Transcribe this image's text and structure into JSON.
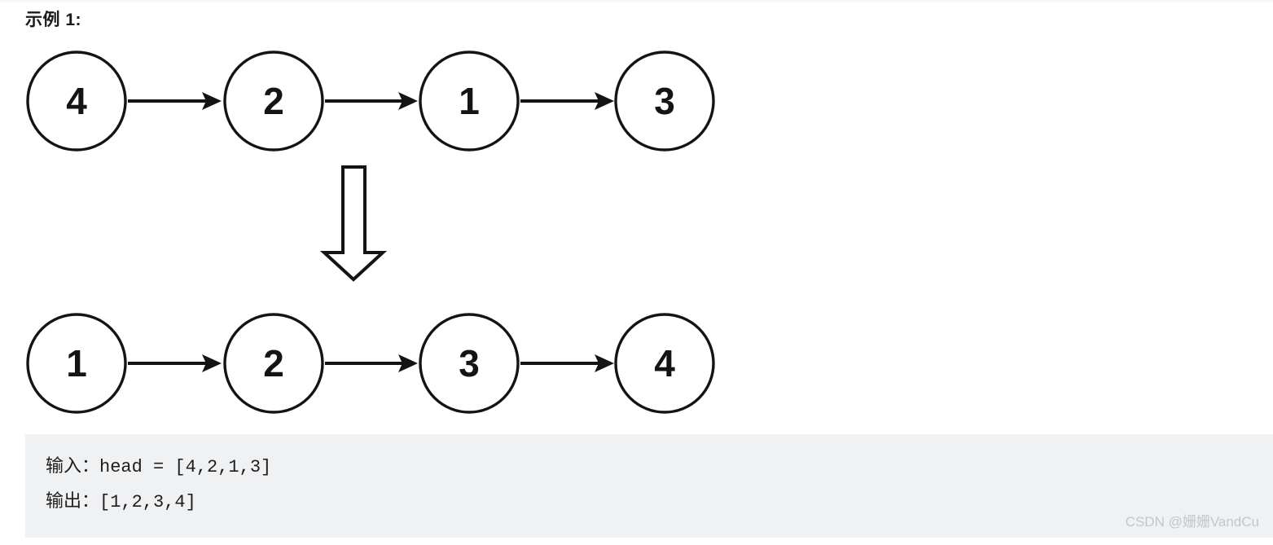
{
  "page": {
    "title": "示例 1:",
    "background_color": "#ffffff"
  },
  "diagram": {
    "type": "linked-list-transformation",
    "stroke_color": "#141414",
    "node_fill": "#ffffff",
    "input_list": {
      "label": "input-linked-list",
      "nodes": [
        "4",
        "2",
        "1",
        "3"
      ],
      "arrow_between_nodes": "→"
    },
    "transform_arrow": {
      "name": "down-block-arrow",
      "direction": "down",
      "fill": "#ffffff",
      "stroke": "#141414"
    },
    "output_list": {
      "label": "output-linked-list",
      "nodes": [
        "1",
        "2",
        "3",
        "4"
      ],
      "arrow_between_nodes": "→"
    }
  },
  "code_block": {
    "background_color": "#f0f1f3",
    "lines": [
      "输入：head = [4,2,1,3]",
      "输出：[1,2,3,4]"
    ],
    "input_line": "输入：head = [4,2,1,3]",
    "output_line": "输出：[1,2,3,4]"
  },
  "watermark": {
    "text": "CSDN @姗姗VandCu",
    "color": "#c3c6cb"
  }
}
